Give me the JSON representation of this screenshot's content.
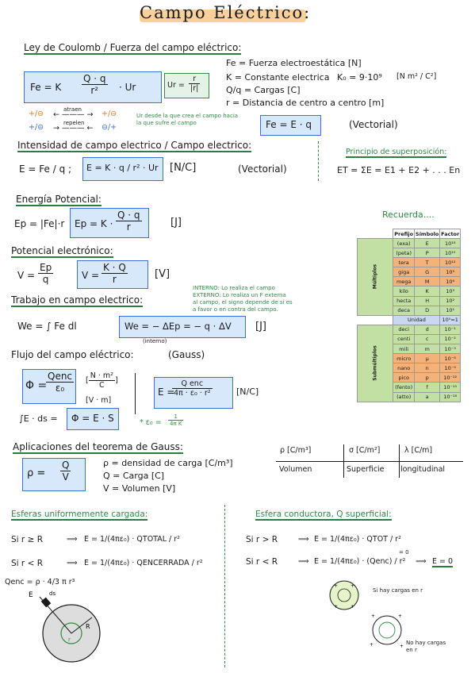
{
  "title": "Campo Eléctrico:",
  "coulomb": {
    "heading": "Ley de Coulomb / Fuerza del campo eléctrico:",
    "formula_left": "Fe = K",
    "formula_num": "Q · q",
    "formula_den": "r²",
    "formula_right": "· Ur",
    "unit_vector_num": "r",
    "unit_vector_den": "|r|",
    "unit_vector_lhs": "Ur =",
    "def_fe": "Fe = Fuerza electroestática [N]",
    "def_k": "K = Constante electrica",
    "def_k0": "K₀ = 9·10⁹",
    "def_k0_unit": "[N m² / C²]",
    "def_q": "Q/q = Cargas [C]",
    "def_r": "r = Distancia de centro a centro [m]",
    "attract_label": "atraen",
    "repel_label": "repelen",
    "pairs_left": [
      "+/⊖",
      "+/⊖"
    ],
    "pairs_right": [
      "+/⊖",
      "⊖/+"
    ],
    "note": "Ur desde la que crea el campo hacia la que sufre el campo",
    "vector_formula": "Fe = E · q",
    "vector_label": "(Vectorial)"
  },
  "intensity": {
    "heading": "Intensidad de campo electrico / Campo electrico:",
    "formula_a": "E = Fe / q ;",
    "formula_b": "E = K · q / r² · Ur",
    "unit": "[N/C]",
    "label": "(Vectorial)",
    "superposition_heading": "Principio de superposición:",
    "superposition_formula": "ET = ΣE = E1 + E2 + . . . En"
  },
  "energy": {
    "heading": "Energía Potencial:",
    "formula_a": "Ep = |Fe|·r",
    "formula_b_lhs": "Ep = K ·",
    "formula_b_num": "Q · q",
    "formula_b_den": "r",
    "unit": "[J]"
  },
  "potential": {
    "heading": "Potencial electrónico:",
    "formula_a_lhs": "V =",
    "formula_a_num": "Ep",
    "formula_a_den": "q",
    "formula_b_lhs": "V =",
    "formula_b_num": "K · Q",
    "formula_b_den": "r",
    "unit": "[V]"
  },
  "work": {
    "heading": "Trabajo en campo electrico:",
    "note_line1": "INTERNO: Lo realiza el campo",
    "note_line2": "EXTERNO: Lo realiza un F externa",
    "note_line3": "al campo, el signo depende de si es",
    "note_line4": "a favor o en contra del campo.",
    "formula_a": "We = ∫ Fe dl",
    "formula_b": "We = − ΔEp = − q · ΔV",
    "sub_note": "(interno)",
    "unit": "[J]"
  },
  "flux": {
    "heading": "Flujo del campo eléctrico:",
    "heading_suffix": "(Gauss)",
    "formula_lhs": "Φ =",
    "formula_num": "Qenc",
    "formula_den": "ε₀",
    "unit_num": "N · m²",
    "unit_den": "C",
    "unit2": "[V · m]",
    "integral": "∫E · ds =",
    "formula_c": "Φ = E · S",
    "field_lhs": "E =",
    "field_num": "Q enc",
    "field_den": "4π · ε₀ · r²",
    "field_unit": "[N/C]",
    "eps_note_lhs": "* ε₀ =",
    "eps_note_num": "1",
    "eps_note_den": "4π K"
  },
  "gauss_app": {
    "heading": "Aplicaciones del teorema de Gauss:",
    "formula_lhs": "ρ =",
    "formula_num": "Q",
    "formula_den": "V",
    "def_rho": "ρ = densidad de carga [C/m³]",
    "def_q": "Q = Carga [C]",
    "def_v": "V = Volumen [V]",
    "density_headers": [
      "ρ [C/m³]",
      "σ [C/m²]",
      "λ [C/m]"
    ],
    "density_labels": [
      "Volumen",
      "Superficie",
      "longitudinal"
    ]
  },
  "sphere_uniform": {
    "heading": "Esferas uniformemente cargada:",
    "case1_cond": "Si  r ≥ R",
    "case1_formula": "E = 1/(4πε₀) · QTOTAL / r²",
    "case2_cond": "Si  r < R",
    "case2_formula": "E = 1/(4πε₀) · QENCERRADA / r²",
    "qenc": "Qenc = ρ · 4/3 π r³",
    "label_e": "E",
    "label_R": "R",
    "label_r": "r",
    "label_ds": "ds"
  },
  "sphere_conductor": {
    "heading": "Esfera conductora, Q superficial:",
    "case1_cond": "Si  r > R",
    "case1_formula": "E = 1/(4πε₀) · QTOT / r²",
    "case2_cond": "Si  r < R",
    "case2_formula": "E = 1/(4πε₀) · (Qenc) / r²",
    "case2_result": "E = 0",
    "zero_mark": "= 0",
    "note_yes": "Si hay cargas en r",
    "note_no": "No hay cargas en r"
  },
  "prefix_table": {
    "title": "Recuerda....",
    "headers": [
      "Prefijo",
      "Símbolo",
      "Factor"
    ],
    "group_multiples": "Múltiplos",
    "group_submultiples": "Submúltiplos",
    "multiples": [
      {
        "prefix": "(exa)",
        "symbol": "E",
        "factor": "10¹⁸",
        "hl": false
      },
      {
        "prefix": "(peta)",
        "symbol": "P",
        "factor": "10¹⁵",
        "hl": false
      },
      {
        "prefix": "tera",
        "symbol": "T",
        "factor": "10¹²",
        "hl": true
      },
      {
        "prefix": "giga",
        "symbol": "G",
        "factor": "10⁹",
        "hl": true
      },
      {
        "prefix": "mega",
        "symbol": "M",
        "factor": "10⁶",
        "hl": true
      },
      {
        "prefix": "kilo",
        "symbol": "K",
        "factor": "10³",
        "hl": false
      },
      {
        "prefix": "hecta",
        "symbol": "H",
        "factor": "10²",
        "hl": false
      },
      {
        "prefix": "deca",
        "symbol": "D",
        "factor": "10¹",
        "hl": false
      }
    ],
    "unit_row": {
      "label": "Unidad",
      "factor": "10⁰=1"
    },
    "submultiples": [
      {
        "prefix": "deci",
        "symbol": "d",
        "factor": "10⁻¹",
        "hl": false
      },
      {
        "prefix": "centi",
        "symbol": "c",
        "factor": "10⁻²",
        "hl": false
      },
      {
        "prefix": "mili",
        "symbol": "m",
        "factor": "10⁻³",
        "hl": false
      },
      {
        "prefix": "micro",
        "symbol": "μ",
        "factor": "10⁻⁶",
        "hl": true
      },
      {
        "prefix": "nano",
        "symbol": "n",
        "factor": "10⁻⁹",
        "hl": true
      },
      {
        "prefix": "pico",
        "symbol": "p",
        "factor": "10⁻¹²",
        "hl": true
      },
      {
        "prefix": "(fento)",
        "symbol": "f",
        "factor": "10⁻¹⁵",
        "hl": false
      },
      {
        "prefix": "(atto)",
        "symbol": "a",
        "factor": "10⁻¹⁸",
        "hl": false
      }
    ]
  },
  "colors": {
    "box_blue": "#3d6fd8",
    "box_fill": "#d8e8fb",
    "accent_green": "#2f8a45",
    "highlight_orange": "#f2b27a",
    "table_green": "#c3e0a4"
  }
}
